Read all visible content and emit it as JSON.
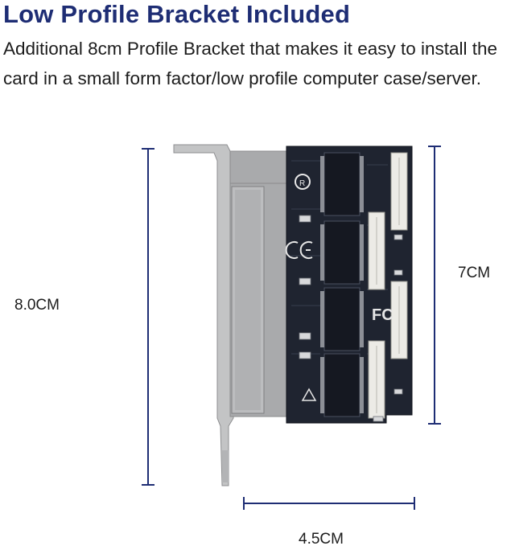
{
  "heading": {
    "title": "Low Profile Bracket Included",
    "description": "Additional 8cm Profile Bracket that makes it easy to install the card in a small form factor/low profile computer case/server."
  },
  "dimensions": {
    "bracket_height": "8.0CM",
    "card_height": "7CM",
    "card_width": "4.5CM"
  },
  "colors": {
    "title": "#1e2d74",
    "dimension_line": "#1e2d74",
    "pcb": "#1f2430",
    "bracket": "#b9babb"
  }
}
